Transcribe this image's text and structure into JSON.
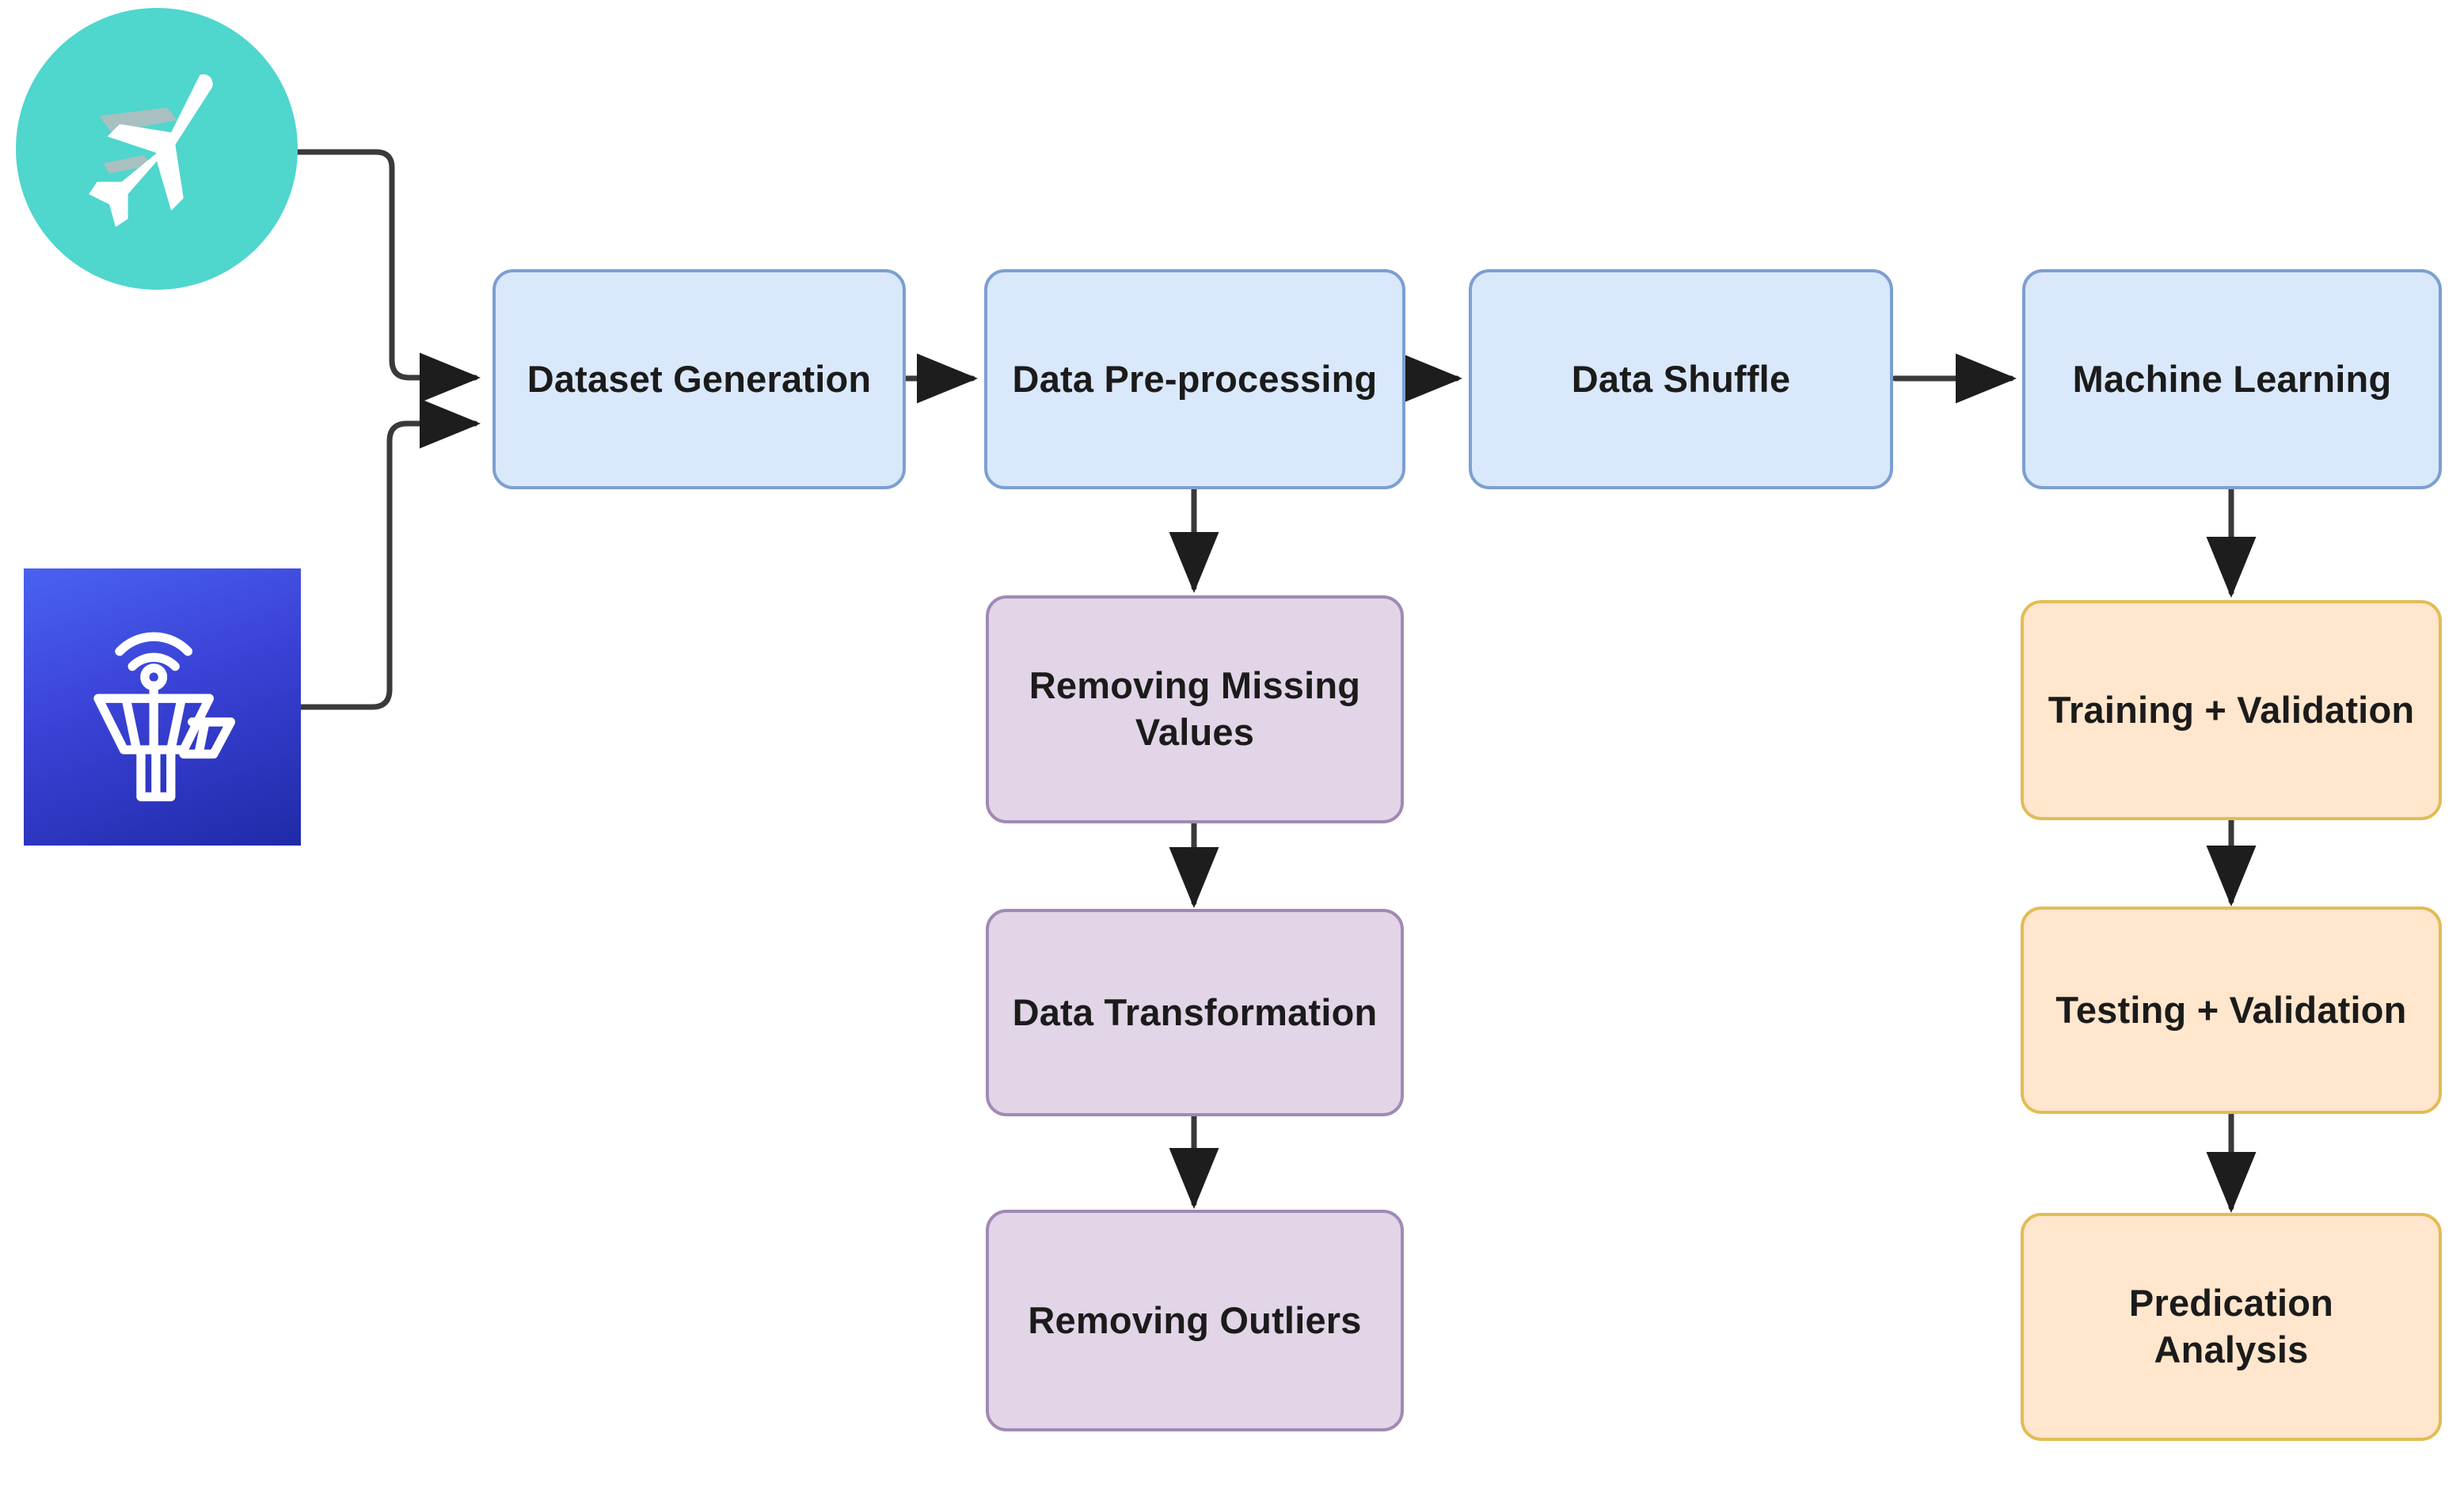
{
  "diagram": {
    "title": "Machine learning data pipeline flowchart",
    "background_color": "#FFFFFF",
    "palette": {
      "blue_fill": "#DAE8FC",
      "blue_stroke": "#7D9FD0",
      "purple_fill": "#E1D5E7",
      "purple_stroke": "#A189B5",
      "orange_fill": "#FFE6CC",
      "orange_stroke": "#E2BC55",
      "edge_stroke": "#3A3A3A",
      "icon_plane_circle": "#4FD6CD",
      "icon_plane_glyph": "#FFFFFF",
      "icon_tower_square": "#3A42D6",
      "icon_tower_glyph": "#FFFFFF"
    }
  },
  "sources": [
    {
      "id": "aircraft",
      "icon": "airplane-icon",
      "shape": "circle",
      "color": "#4FD6CD"
    },
    {
      "id": "control-tower",
      "icon": "control-tower-icon",
      "shape": "square",
      "color": "#3A42D6"
    }
  ],
  "pipeline": {
    "main_row": [
      {
        "id": "dataset-generation",
        "label": "Dataset Generation"
      },
      {
        "id": "data-pre-processing",
        "label": "Data Pre-processing"
      },
      {
        "id": "data-shuffle",
        "label": "Data Shuffle"
      },
      {
        "id": "machine-learning",
        "label": "Machine Learning"
      }
    ],
    "preprocessing_branch": [
      {
        "id": "removing-missing-values",
        "label": "Removing Missing\nValues"
      },
      {
        "id": "data-transformation",
        "label": "Data Transformation"
      },
      {
        "id": "removing-outliers",
        "label": "Removing Outliers"
      }
    ],
    "learning_branch": [
      {
        "id": "training-validation",
        "label": "Training + Validation"
      },
      {
        "id": "testing-validation",
        "label": "Testing + Validation"
      },
      {
        "id": "predication-analysis",
        "label": "Predication\nAnalysis"
      }
    ]
  },
  "connections": [
    {
      "from": "aircraft",
      "to": "dataset-generation"
    },
    {
      "from": "control-tower",
      "to": "dataset-generation"
    },
    {
      "from": "dataset-generation",
      "to": "data-pre-processing"
    },
    {
      "from": "data-pre-processing",
      "to": "data-shuffle"
    },
    {
      "from": "data-shuffle",
      "to": "machine-learning"
    },
    {
      "from": "data-pre-processing",
      "to": "removing-missing-values"
    },
    {
      "from": "removing-missing-values",
      "to": "data-transformation"
    },
    {
      "from": "data-transformation",
      "to": "removing-outliers"
    },
    {
      "from": "machine-learning",
      "to": "training-validation"
    },
    {
      "from": "training-validation",
      "to": "testing-validation"
    },
    {
      "from": "testing-validation",
      "to": "predication-analysis"
    }
  ]
}
